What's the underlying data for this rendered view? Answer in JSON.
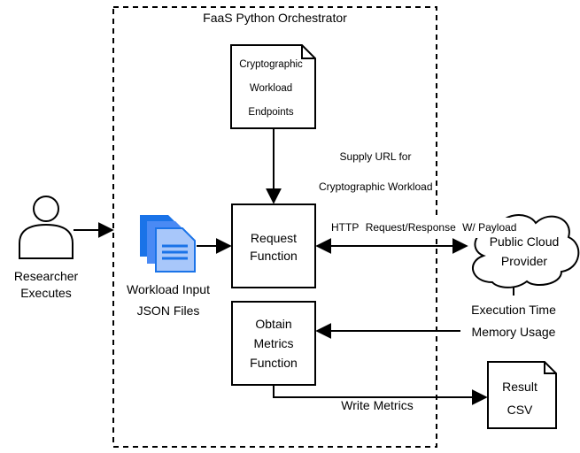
{
  "orchestrator": {
    "title": "FaaS Python Orchestrator"
  },
  "endpoints_doc": {
    "lines": [
      "Cryptographic",
      "Workload",
      "Endpoints"
    ]
  },
  "supply_label": {
    "lines": [
      "Supply URL for",
      "Cryptographic Workload"
    ]
  },
  "researcher": {
    "lines": [
      "Researcher",
      "Executes"
    ]
  },
  "workload_input": {
    "lines": [
      "Workload Input",
      "JSON Files"
    ]
  },
  "request_function": {
    "lines": [
      "Request",
      "Function"
    ]
  },
  "http_label": {
    "lines": [
      "HTTP",
      "Request/Response",
      "W/ Payload"
    ]
  },
  "cloud": {
    "lines": [
      "Public Cloud",
      "Provider"
    ]
  },
  "metrics_function": {
    "lines": [
      "Obtain",
      "Metrics",
      "Function"
    ]
  },
  "cloud_outputs": {
    "lines": [
      "Execution Time",
      "Memory Usage"
    ]
  },
  "write_metrics": {
    "label": "Write Metrics"
  },
  "result_doc": {
    "lines": [
      "Result",
      "CSV"
    ]
  },
  "colors": {
    "file_icon_dark": "#1a73e8",
    "file_icon_light": "#a8c7fa",
    "file_icon_mid": "#4a8af4"
  }
}
